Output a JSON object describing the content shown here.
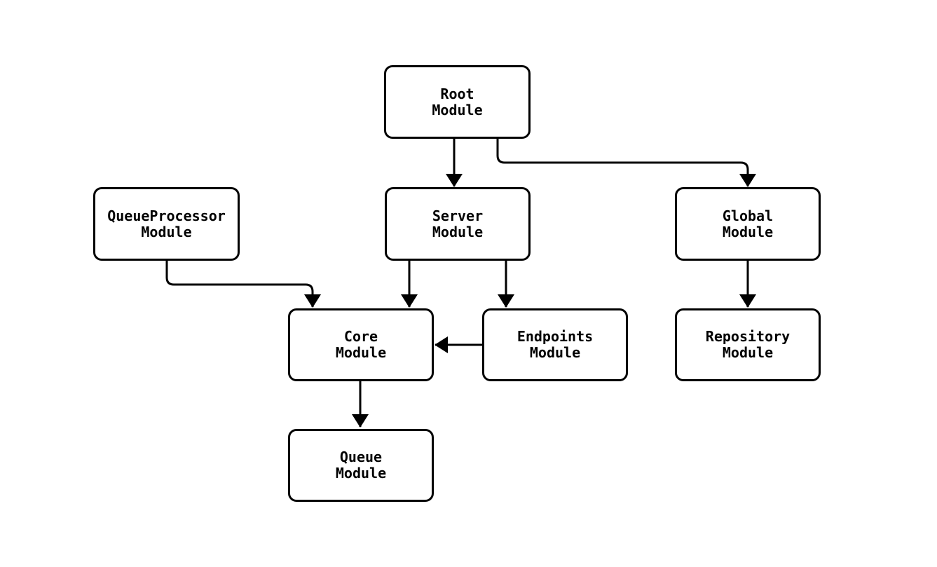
{
  "diagram": {
    "type": "flowchart",
    "background_color": "#ffffff",
    "stroke_color": "#000000",
    "nodes": {
      "root": {
        "line1": "Root",
        "line2": "Module"
      },
      "queueProcessor": {
        "line1": "QueueProcessor",
        "line2": "Module"
      },
      "server": {
        "line1": "Server",
        "line2": "Module"
      },
      "global": {
        "line1": "Global",
        "line2": "Module"
      },
      "core": {
        "line1": "Core",
        "line2": "Module"
      },
      "endpoints": {
        "line1": "Endpoints",
        "line2": "Module"
      },
      "repository": {
        "line1": "Repository",
        "line2": "Module"
      },
      "queue": {
        "line1": "Queue",
        "line2": "Module"
      }
    },
    "edges": [
      {
        "from": "Root Module",
        "to": "Server Module"
      },
      {
        "from": "Root Module",
        "to": "Global Module"
      },
      {
        "from": "QueueProcessor Module",
        "to": "Core Module"
      },
      {
        "from": "Server Module",
        "to": "Core Module"
      },
      {
        "from": "Server Module",
        "to": "Endpoints Module"
      },
      {
        "from": "Endpoints Module",
        "to": "Core Module"
      },
      {
        "from": "Global Module",
        "to": "Repository Module"
      },
      {
        "from": "Core Module",
        "to": "Queue Module"
      }
    ]
  }
}
